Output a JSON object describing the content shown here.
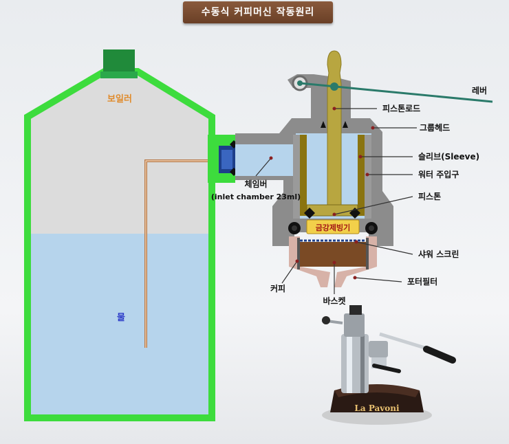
{
  "title": "수동식 커피머신 작동원리",
  "labels": {
    "boiler": "보일러",
    "water": "물",
    "lever": "레버",
    "piston_rod": "피스톤로드",
    "group_head": "그룹헤드",
    "sleeve": "슬리브(Sleeve)",
    "water_inlet": "워터 주입구",
    "piston": "피스톤",
    "chamber": "체임버",
    "chamber_sub": "(inlet chamber 23ml)",
    "gasket": "금강제빙기",
    "shower_screen": "샤워 스크린",
    "coffee": "커피",
    "portafilter": "포터필터",
    "basket": "바스켓",
    "brand": "La Pavoni"
  },
  "colors": {
    "boiler_outline": "#3ddc3d",
    "boiler_fill": "#dcdcdc",
    "water": "#b6d4ec",
    "steam_valve": "#208a3a",
    "pipe": "#c89060",
    "body_gray": "#8c8c8c",
    "rod_gold": "#b8a640",
    "sleeve_brown": "#8a7410",
    "coffee_brown": "#7a4a25",
    "portafilter_pink": "#d7b2a8",
    "lever_green": "#2a7a6a",
    "gasket_yellow": "#f2d04a"
  }
}
